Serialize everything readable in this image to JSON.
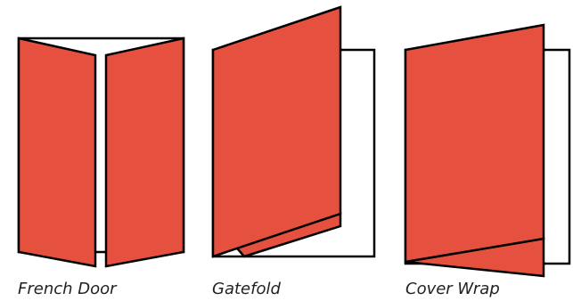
{
  "colors": {
    "panel_fill": "#e5503f",
    "stroke": "#000000",
    "paper": "#ffffff",
    "caption_text": "#222222"
  },
  "folds": [
    {
      "id": "french-door",
      "caption": "French Door"
    },
    {
      "id": "gatefold",
      "caption": "Gatefold"
    },
    {
      "id": "cover-wrap",
      "caption": "Cover Wrap"
    }
  ]
}
